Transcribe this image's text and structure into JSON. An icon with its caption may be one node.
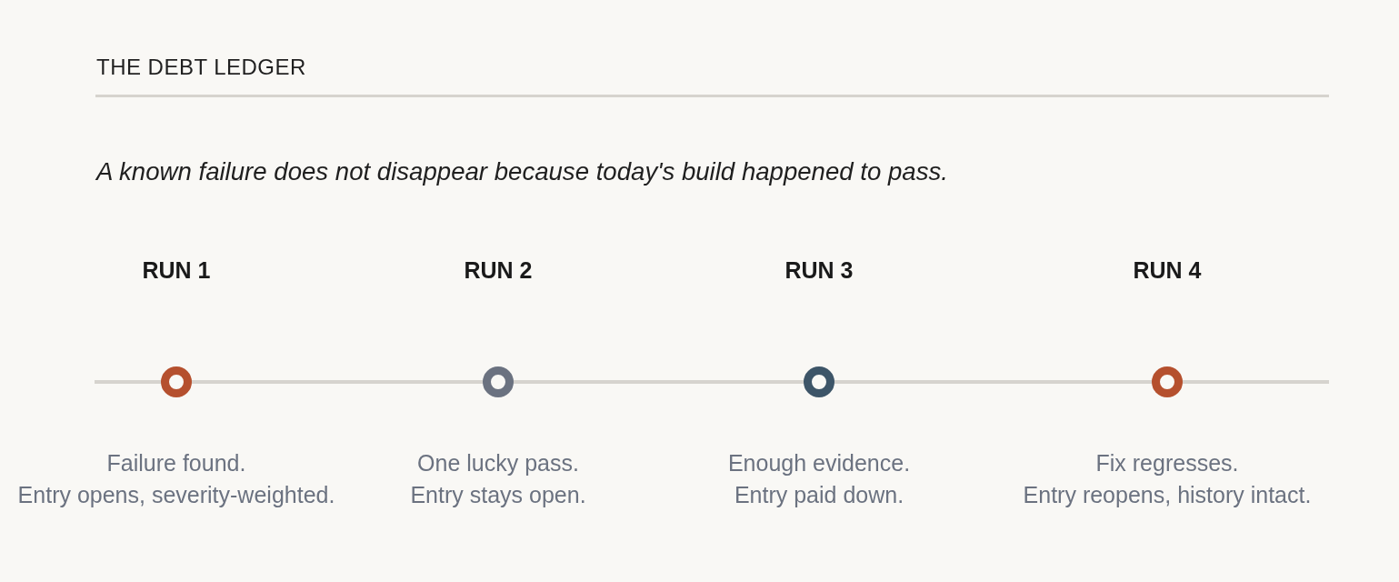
{
  "diagram": {
    "title": "THE DEBT LEDGER",
    "nodes": [
      {
        "text": [],
        "shape": "circle",
        "beside": [
          "Failure found.",
          "Entry opens, severity-weighted."
        ]
      },
      {
        "text": [],
        "shape": "circle",
        "beside": [
          "One lucky pass.",
          "Entry stays open."
        ]
      },
      {
        "text": [],
        "shape": "circle",
        "beside": [
          "Enough evidence.",
          "Entry paid down."
        ]
      },
      {
        "text": [],
        "shape": "circle",
        "beside": [
          "Fix regresses.",
          "Entry reopens, history intact."
        ]
      }
    ],
    "labels": [
      "A known failure does not disappear because today's build happened to pass.",
      "RUN 1",
      "RUN 2",
      "RUN 3",
      "RUN 4"
    ]
  }
}
